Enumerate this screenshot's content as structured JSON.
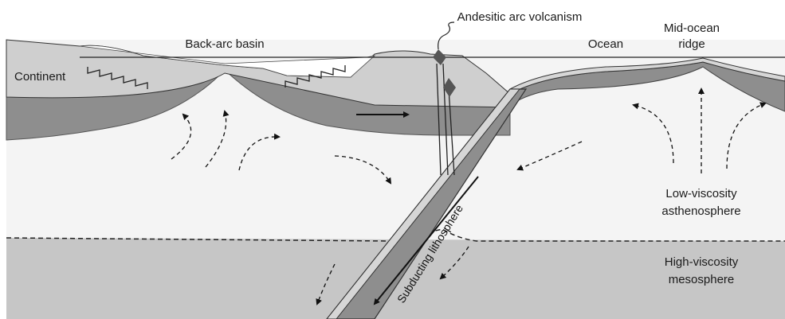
{
  "labels": {
    "andesitic": "Andesitic arc volcanism",
    "backarc": "Back-arc basin",
    "continent": "Continent",
    "ocean": "Ocean",
    "midocean_1": "Mid-ocean",
    "midocean_2": "ridge",
    "lowvisc_1": "Low-viscosity",
    "lowvisc_2": "asthenosphere",
    "highvisc_1": "High-viscosity",
    "highvisc_2": "mesosphere",
    "slab": "Subducting lithosphere"
  },
  "colors": {
    "asthenosphere": "#f4f4f4",
    "mesosphere": "#c6c6c6",
    "lithosphere": "#8e8e8e",
    "crust": "#cfcfcf",
    "magma": "#555555"
  }
}
